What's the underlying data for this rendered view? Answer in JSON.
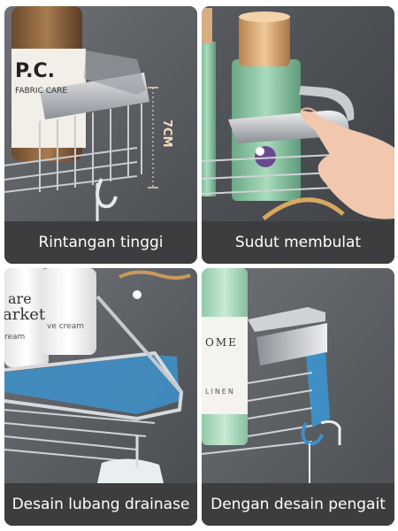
{
  "panels": [
    {
      "caption": "Rintangan tinggi",
      "height_marker": "7CM",
      "bottle_label_line1": "P.C.",
      "bottle_label_line2": "FABRIC CARE"
    },
    {
      "caption": "Sudut membulat"
    },
    {
      "caption": "Desain lubang drainase",
      "tube_text_a": "are",
      "tube_text_b": "arket",
      "tube_text_c": "ream",
      "tube2_text": "ve cream"
    },
    {
      "caption": "Dengan desain pengait",
      "bottle_text_a": "OME",
      "bottle_text_b": "LINEN"
    }
  ],
  "colors": {
    "caption_bg": "#3d3d3f",
    "caption_text": "#ffffff",
    "wall": "#5b5e62",
    "steel": "#b8bcc2",
    "accent_blue": "#3f8fc6",
    "cap_gold": "#d8a777",
    "bottle_green": "#8ec7a6"
  }
}
